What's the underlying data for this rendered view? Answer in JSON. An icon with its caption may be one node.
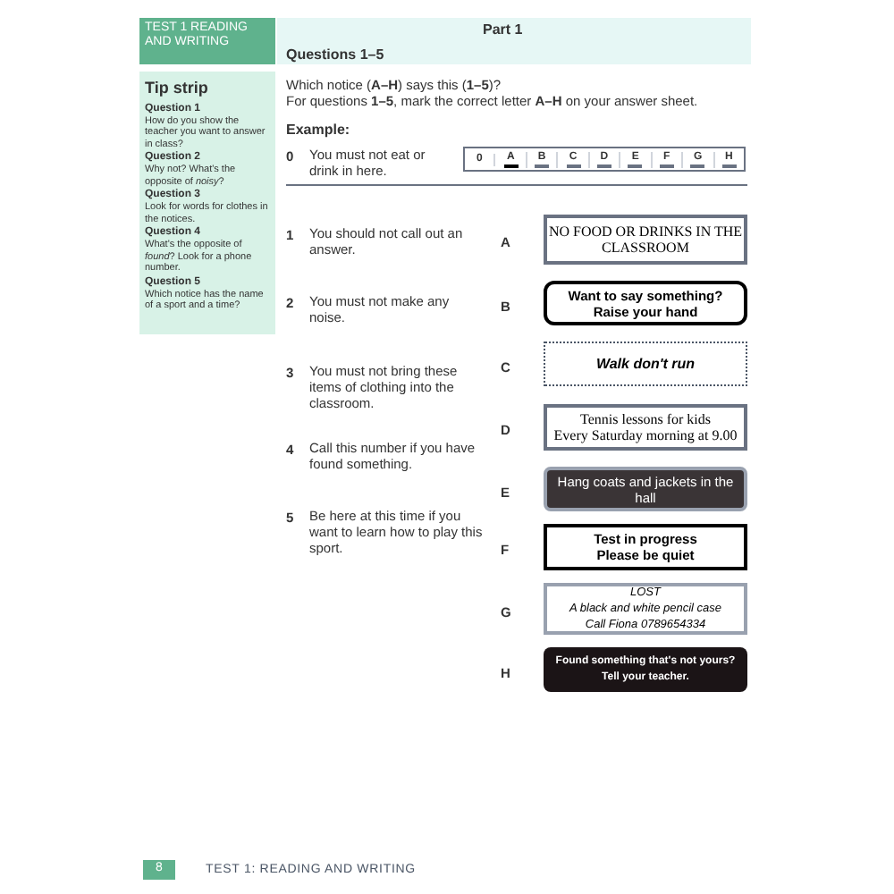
{
  "diagram": {
    "title": "Part 1",
    "nodes": [
      {
        "text": [
          "TEST 1 READING AND WRITING"
        ]
      },
      {
        "text": [
          "Tip strip",
          "Question 1",
          "How do you show the teacher you want to answer in class?",
          "Question 2",
          "Why not? What's the opposite of *noisy*?",
          "Question 3",
          "Look for words for clothes in the notices.",
          "Question 4",
          "What's the opposite of *found*? Look for a phone number.",
          "Question 5",
          "Which notice has the name of a sport and a time?"
        ]
      },
      {
        "text": [
          "NO FOOD OR DRINKS IN THE CLASSROOM"
        ],
        "beside": [
          "A"
        ]
      },
      {
        "text": [
          "Want to say something?",
          "Raise your hand"
        ],
        "beside": [
          "B"
        ]
      },
      {
        "text": [
          "Walk don't run"
        ],
        "beside": [
          "C"
        ]
      },
      {
        "text": [
          "Tennis lessons for kids",
          "Every Saturday morning at 9.00"
        ],
        "beside": [
          "D"
        ]
      },
      {
        "text": [
          "Hang coats and jackets in the hall"
        ],
        "beside": [
          "E"
        ]
      },
      {
        "text": [
          "Test in progress",
          "Please be quiet"
        ],
        "beside": [
          "F"
        ]
      },
      {
        "text": [
          "LOST",
          "A black and white pencil case",
          "Call Fiona 0789654334"
        ],
        "beside": [
          "G"
        ]
      },
      {
        "text": [
          "Found something that's not yours?",
          "Tell your teacher."
        ],
        "beside": [
          "H"
        ]
      }
    ],
    "labels": [
      "Questions 1–5",
      "Which notice (**A–H**) says this (**1–5**)?",
      "For questions **1–5**, mark the correct letter **A–H** on your answer sheet.",
      "Example:",
      "0",
      "You must not eat or drink in here.",
      "0",
      "A",
      "B",
      "C",
      "D",
      "E",
      "F",
      "G",
      "H",
      "1",
      "You should not call out an answer.",
      "2",
      "You must not make any noise.",
      "3",
      "You must not bring these items of clothing into the classroom.",
      "4",
      "Call this number if you have found something.",
      "5",
      "Be here at this time if you want to learn how to play this sport.",
      "8",
      "TEST 1: READING AND WRITING"
    ]
  }
}
